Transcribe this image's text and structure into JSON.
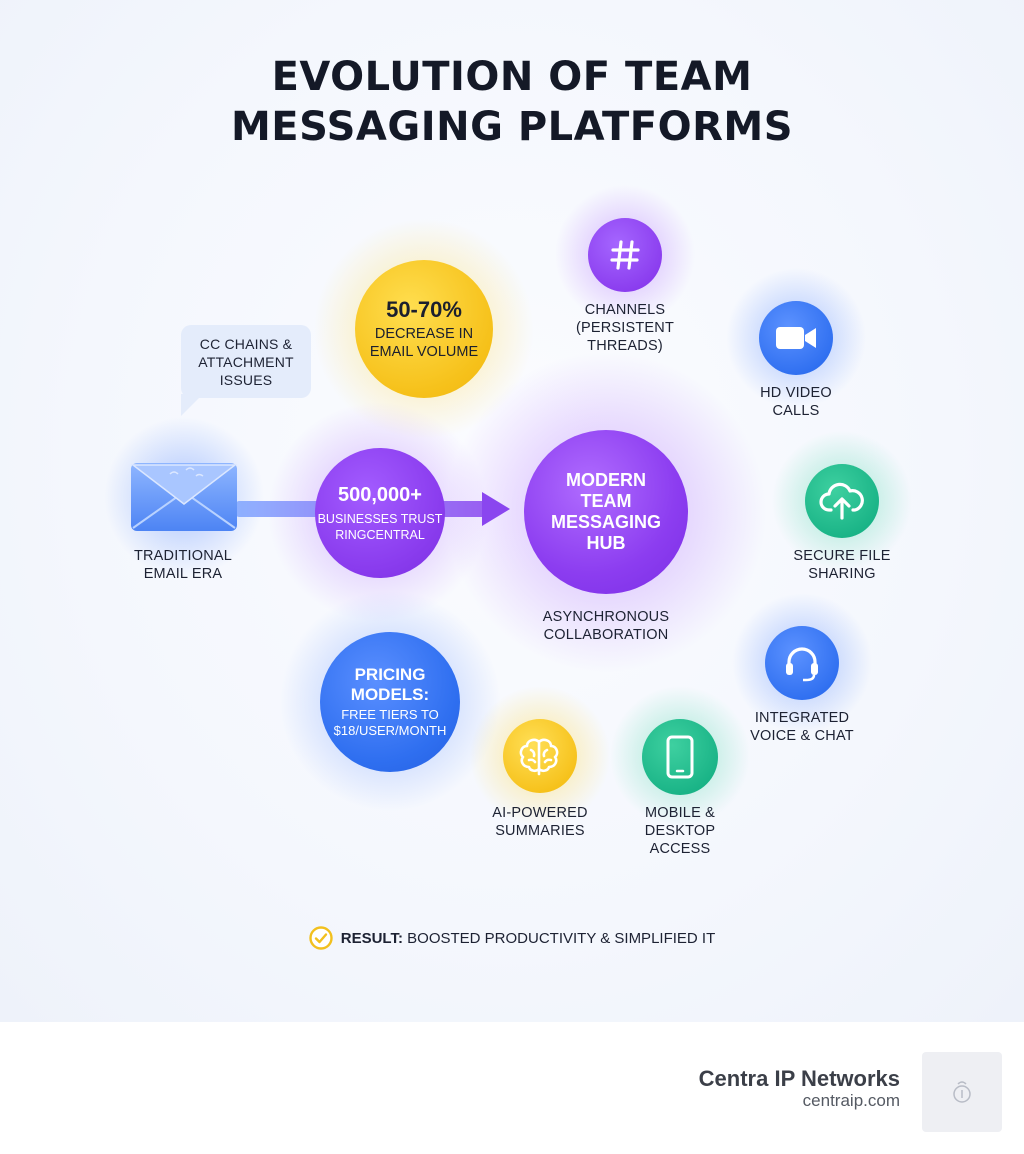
{
  "title": {
    "line1": "EVOLUTION OF TEAM",
    "line2": "MESSAGING PLATFORMS"
  },
  "email": {
    "icon": "envelope-icon",
    "label_line1": "TRADITIONAL",
    "label_line2": "EMAIL ERA"
  },
  "cc_bubble": {
    "line1": "CC CHAINS &",
    "line2": "ATTACHMENT",
    "line3": "ISSUES"
  },
  "stat_email": {
    "value": "50-70%",
    "line1": "DECREASE IN",
    "line2": "EMAIL VOLUME"
  },
  "stat_business": {
    "value": "500,000+",
    "line1": "BUSINESSES TRUST",
    "line2": "RINGCENTRAL"
  },
  "hub": {
    "line1": "MODERN",
    "line2": "TEAM",
    "line3": "MESSAGING",
    "line4": "HUB",
    "caption_line1": "ASYNCHRONOUS",
    "caption_line2": "COLLABORATION"
  },
  "pricing": {
    "line1": "PRICING",
    "line2": "MODELS:",
    "line3": "FREE TIERS TO",
    "line4": "$18/USER/MONTH"
  },
  "features": {
    "channels": {
      "icon": "hashtag-icon",
      "line1": "CHANNELS",
      "line2": "(PERSISTENT",
      "line3": "THREADS)"
    },
    "video": {
      "icon": "video-camera-icon",
      "line1": "HD VIDEO",
      "line2": "CALLS"
    },
    "files": {
      "icon": "cloud-upload-icon",
      "line1": "SECURE FILE",
      "line2": "SHARING"
    },
    "voice": {
      "icon": "headset-icon",
      "line1": "INTEGRATED",
      "line2": "VOICE & CHAT"
    },
    "mobile": {
      "icon": "smartphone-icon",
      "line1": "MOBILE &",
      "line2": "DESKTOP",
      "line3": "ACCESS"
    },
    "ai": {
      "icon": "brain-icon",
      "line1": "AI-POWERED",
      "line2": "SUMMARIES"
    }
  },
  "result": {
    "icon": "check-circle-icon",
    "label": "RESULT:",
    "text": "BOOSTED PRODUCTIVITY & SIMPLIFIED IT"
  },
  "footer": {
    "brand": "Centra IP Networks",
    "url": "centraip.com",
    "logo": "logo-icon"
  },
  "colors": {
    "purple": "#8b3cf0",
    "blue": "#2f6ff0",
    "yellow": "#f7c21e",
    "green": "#1fb98a",
    "dark_text": "#141927"
  }
}
